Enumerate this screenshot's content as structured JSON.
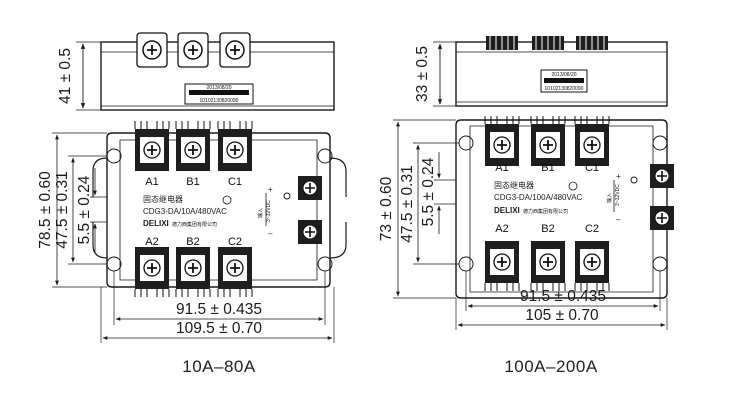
{
  "left": {
    "top_view": {
      "height_dim": "41 ± 0.5",
      "date_code": "2013/08/20",
      "serial_code": "10102130820090"
    },
    "front_view": {
      "terminal_labels_top": [
        "A1",
        "B1",
        "C1"
      ],
      "terminal_labels_bottom": [
        "A2",
        "B2",
        "C2"
      ],
      "cn_label": "固态继电器",
      "model": "CDG3-DA/10A/480VAC",
      "brand": "DELIXI",
      "brand_cn": "德力西集团有限公司",
      "input_label": "输入",
      "input_voltage": "3~32VDC",
      "plus": "+",
      "minus": "–",
      "dim_height_total": "78.5 ± 0.60",
      "dim_mount_pitch": "47.5 ± 0.31",
      "dim_hole_offset": "5.5 ± 0.24",
      "dim_hole_pitch": "91.5 ± 0.435",
      "dim_total_width": "109.5 ± 0.70"
    },
    "caption": "10A–80A"
  },
  "right": {
    "top_view": {
      "height_dim": "33 ± 0.5",
      "date_code": "2013/08/20",
      "serial_code": "10102130820090"
    },
    "front_view": {
      "terminal_labels_top": [
        "A1",
        "B1",
        "C1"
      ],
      "terminal_labels_bottom": [
        "A2",
        "B2",
        "C2"
      ],
      "cn_label": "固态继电器",
      "model": "CDG3-DA/100A/480VAC",
      "brand": "DELIXI",
      "brand_cn": "德力西集团有限公司",
      "input_label": "输入",
      "input_voltage": "3~32VDC",
      "plus": "+",
      "minus": "–",
      "dim_height_total": "73 ± 0.60",
      "dim_mount_pitch": "47.5 ± 0.31",
      "dim_hole_offset": "5.5 ± 0.24",
      "dim_hole_pitch": "91.5 ± 0.435",
      "dim_total_width": "105 ± 0.70"
    },
    "caption": "100A–200A"
  },
  "colors": {
    "line": "#1a1a1a",
    "housing": "#ffffff",
    "terminal": "#1e1e1e"
  }
}
